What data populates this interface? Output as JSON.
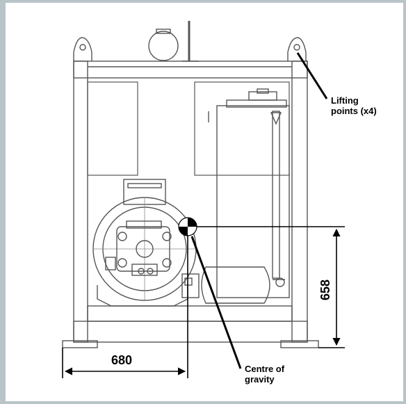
{
  "annotations": {
    "lifting_points": {
      "line1": "Lifting",
      "line2": "points (x4)"
    },
    "centre_of_gravity": {
      "line1": "Centre of",
      "line2": "gravity"
    }
  },
  "dimensions": {
    "height": "658",
    "width": "680"
  },
  "colors": {
    "stroke": "#555555",
    "frame": "#b9c4c9",
    "ink": "#000000"
  }
}
